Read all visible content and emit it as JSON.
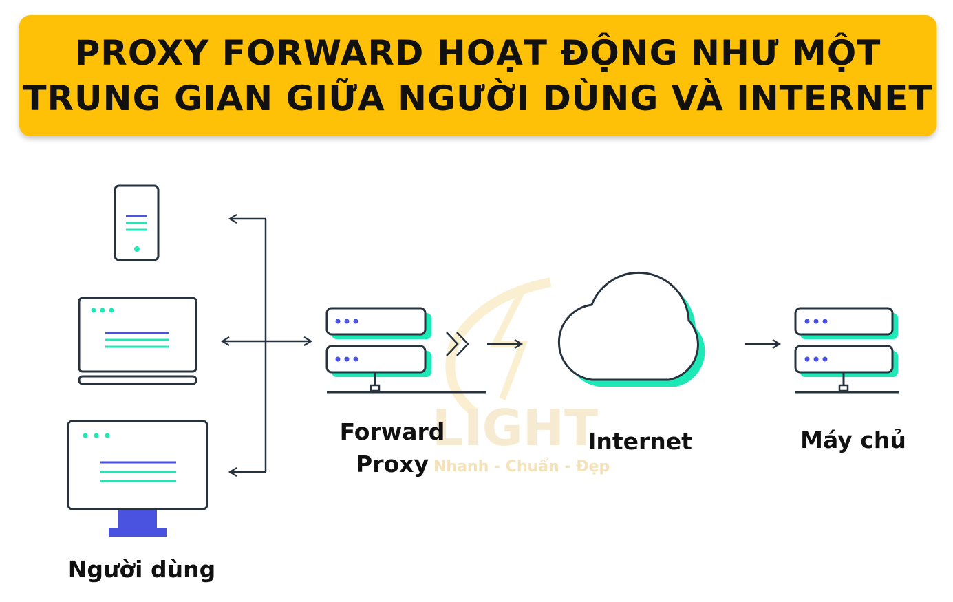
{
  "title": {
    "line1": "PROXY FORWARD HOẠT ĐỘNG NHƯ MỘT",
    "line2": "TRUNG GIAN GIỮA NGƯỜI DÙNG VÀ INTERNET"
  },
  "nodes": {
    "users": {
      "label": "Người dùng"
    },
    "proxy": {
      "label_line1": "Forward",
      "label_line2": "Proxy"
    },
    "internet": {
      "label": "Internet"
    },
    "server": {
      "label": "Máy chủ"
    }
  },
  "watermark": {
    "brand": "LIGHT",
    "tagline": "Nhanh - Chuẩn - Đẹp"
  },
  "colors": {
    "banner": "#ffc107",
    "outline": "#26323d",
    "accent_green": "#1de9b6",
    "accent_purple": "#4a52e0"
  }
}
